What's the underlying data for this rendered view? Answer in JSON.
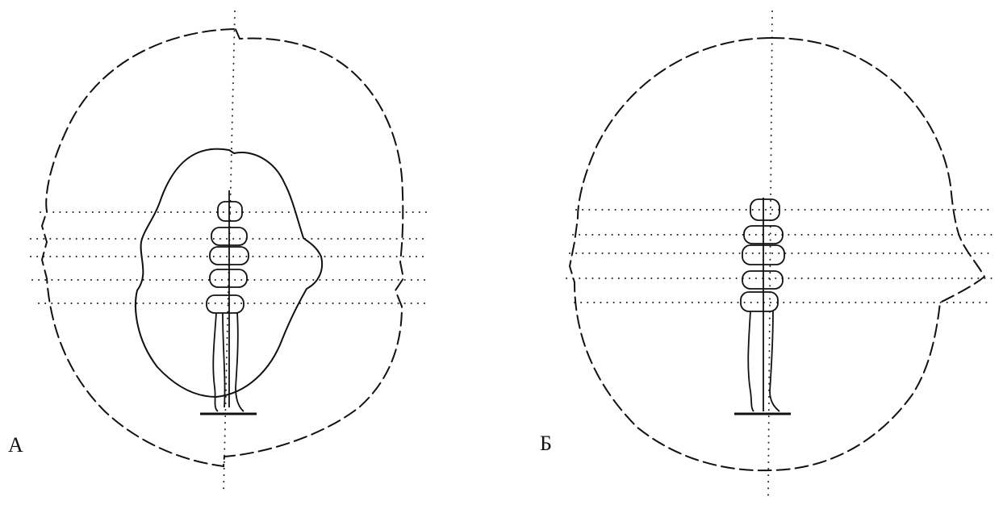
{
  "panels": [
    {
      "id": "A",
      "label": "А"
    },
    {
      "id": "B",
      "label": "Б"
    }
  ],
  "colors": {
    "ink": "#111111",
    "background": "#ffffff"
  }
}
